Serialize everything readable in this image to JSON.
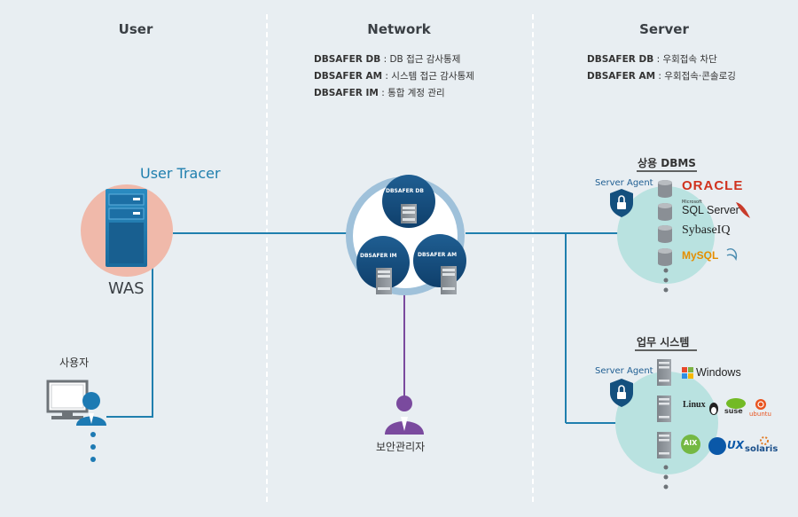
{
  "columns": {
    "user": "User",
    "network": "Network",
    "server": "Server"
  },
  "network_desc": [
    {
      "name": "DBSAFER DB",
      "text": ": DB 접근 감사통제"
    },
    {
      "name": "DBSAFER AM",
      "text": ": 시스템 접근 감사통제"
    },
    {
      "name": "DBSAFER IM",
      "text": ": 통합 계정 관리"
    }
  ],
  "server_desc": [
    {
      "name": "DBSAFER DB",
      "text": ": 우회접속 차단"
    },
    {
      "name": "DBSAFER AM",
      "text": ": 우회접속·콘솔로깅"
    }
  ],
  "user": {
    "tracer": "User Tracer",
    "was": "WAS",
    "person": "사용자"
  },
  "network": {
    "db": "DBSAFER DB",
    "im": "DBSAFER IM",
    "am": "DBSAFER AM",
    "admin": "보안관리자"
  },
  "dbms": {
    "title": "상용 DBMS",
    "agent": "Server Agent",
    "products": [
      "ORACLE",
      "SQL Server",
      "SybaseIQ",
      "MySQL"
    ],
    "microsoft": "Microsoft"
  },
  "biz": {
    "title": "업무 시스템",
    "agent": "Server Agent",
    "windows": "Windows",
    "linux": "Linux",
    "suse": "suse",
    "ubuntu": "ubuntu",
    "aix": "AIX",
    "hpux": "UX",
    "solaris": "solaris"
  },
  "colors": {
    "line": "#1f7fae",
    "admin_line": "#7a4a9e",
    "was_circle": "#f0b9aa",
    "server_circle": "#b9e2e0",
    "network_ring": "#9fc1da",
    "navy": "#14507e",
    "gray_server": "#8a8f95"
  }
}
